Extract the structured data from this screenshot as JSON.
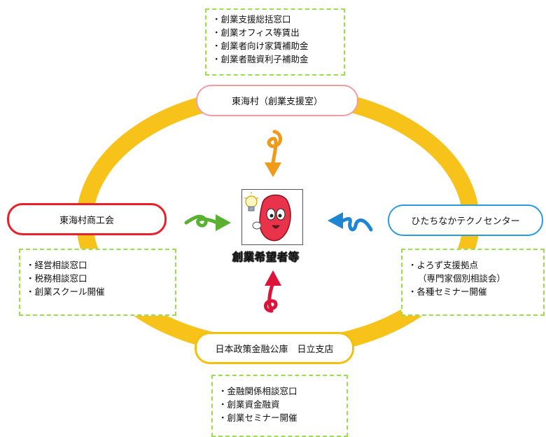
{
  "center": {
    "label": "創業希望者等"
  },
  "nodes": {
    "top": {
      "label": "東海村（創業支援室）"
    },
    "left": {
      "label": "東海村商工会"
    },
    "right": {
      "label": "ひたちなかテクノセンター"
    },
    "bottom": {
      "label": "日本政策金融公庫　日立支店"
    }
  },
  "lists": {
    "top": {
      "items": [
        "創業支援総括窓口",
        "創業オフィス等賃出",
        "創業者向け家賃補助金",
        "創業者融資利子補助金"
      ]
    },
    "left": {
      "items": [
        "経営相談窓口",
        "税務相談窓口",
        "創業スクール開催"
      ]
    },
    "right": {
      "item1": "よろず支援拠点",
      "item1_sub": "（専門家個別相談会）",
      "item2": "各種セミナー開催"
    },
    "bottom": {
      "items": [
        "金融関係相談窓口",
        "創業資金融資",
        "創業セミナー開催"
      ]
    }
  },
  "colors": {
    "ring": "#f7c31b",
    "top_border": "#f19ca2",
    "left_border": "#e8202a",
    "right_border": "#2b9be0",
    "bottom_border": "#f3c10d",
    "list_border": "#9ade4a",
    "arrow_top": "#ef9a18",
    "arrow_left": "#5ab033",
    "arrow_right": "#1e85d3",
    "arrow_bottom": "#dc143c"
  },
  "icons": {
    "mascot": "sweet-potato-mascot-icon",
    "bulb": "lightbulb-icon"
  }
}
